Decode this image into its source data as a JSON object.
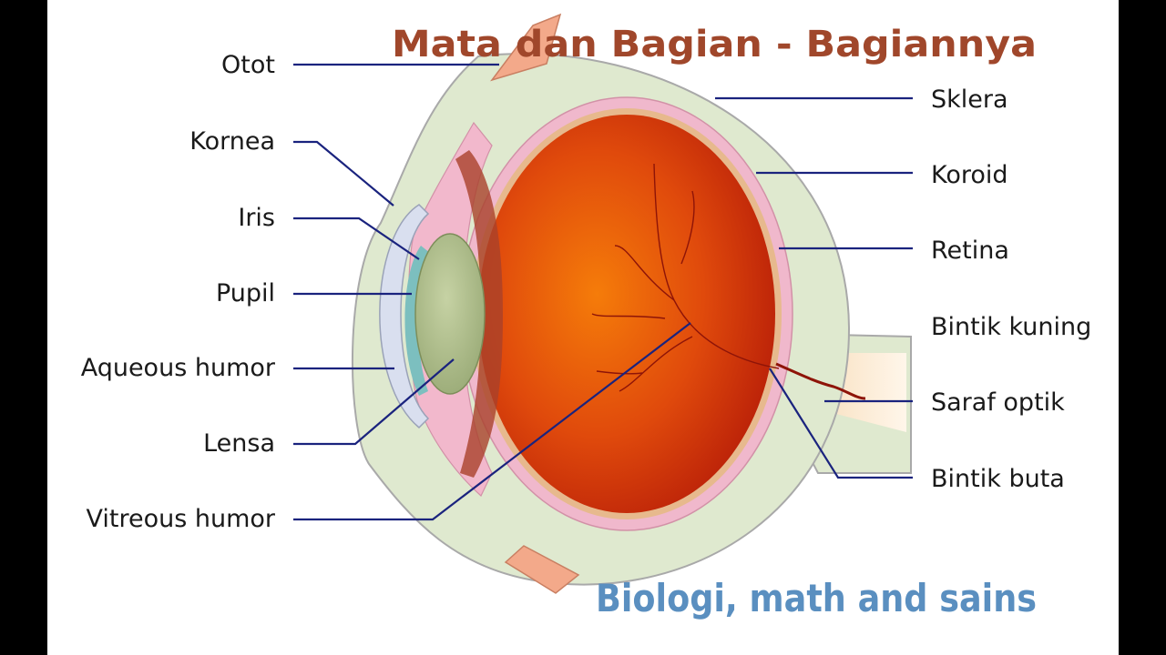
{
  "title": "Mata dan Bagian - Bagiannya",
  "subtitle": "Biologi, math and sains",
  "colors": {
    "title": "#a0472b",
    "subtitle": "#5a8fc0",
    "leader": "#1a237e",
    "sclera": "#dfe9cf",
    "choroid": "#f0b8cc",
    "retina": "#e7b98d",
    "vitreous_center": "#f57c0a",
    "vitreous_edge": "#b81e08",
    "lens": "#a5b683",
    "cornea": "#d9dfef",
    "iris": "#f2b8cc",
    "aqueous": "#7cbfbf"
  },
  "labels_left": [
    "Otot",
    "Kornea",
    "Iris",
    "Pupil",
    "Aqueous humor",
    "Lensa",
    "Vitreous humor"
  ],
  "labels_right": [
    "Sklera",
    "Koroid",
    "Retina",
    "Bintik kuning",
    "Saraf optik",
    "Bintik buta"
  ]
}
